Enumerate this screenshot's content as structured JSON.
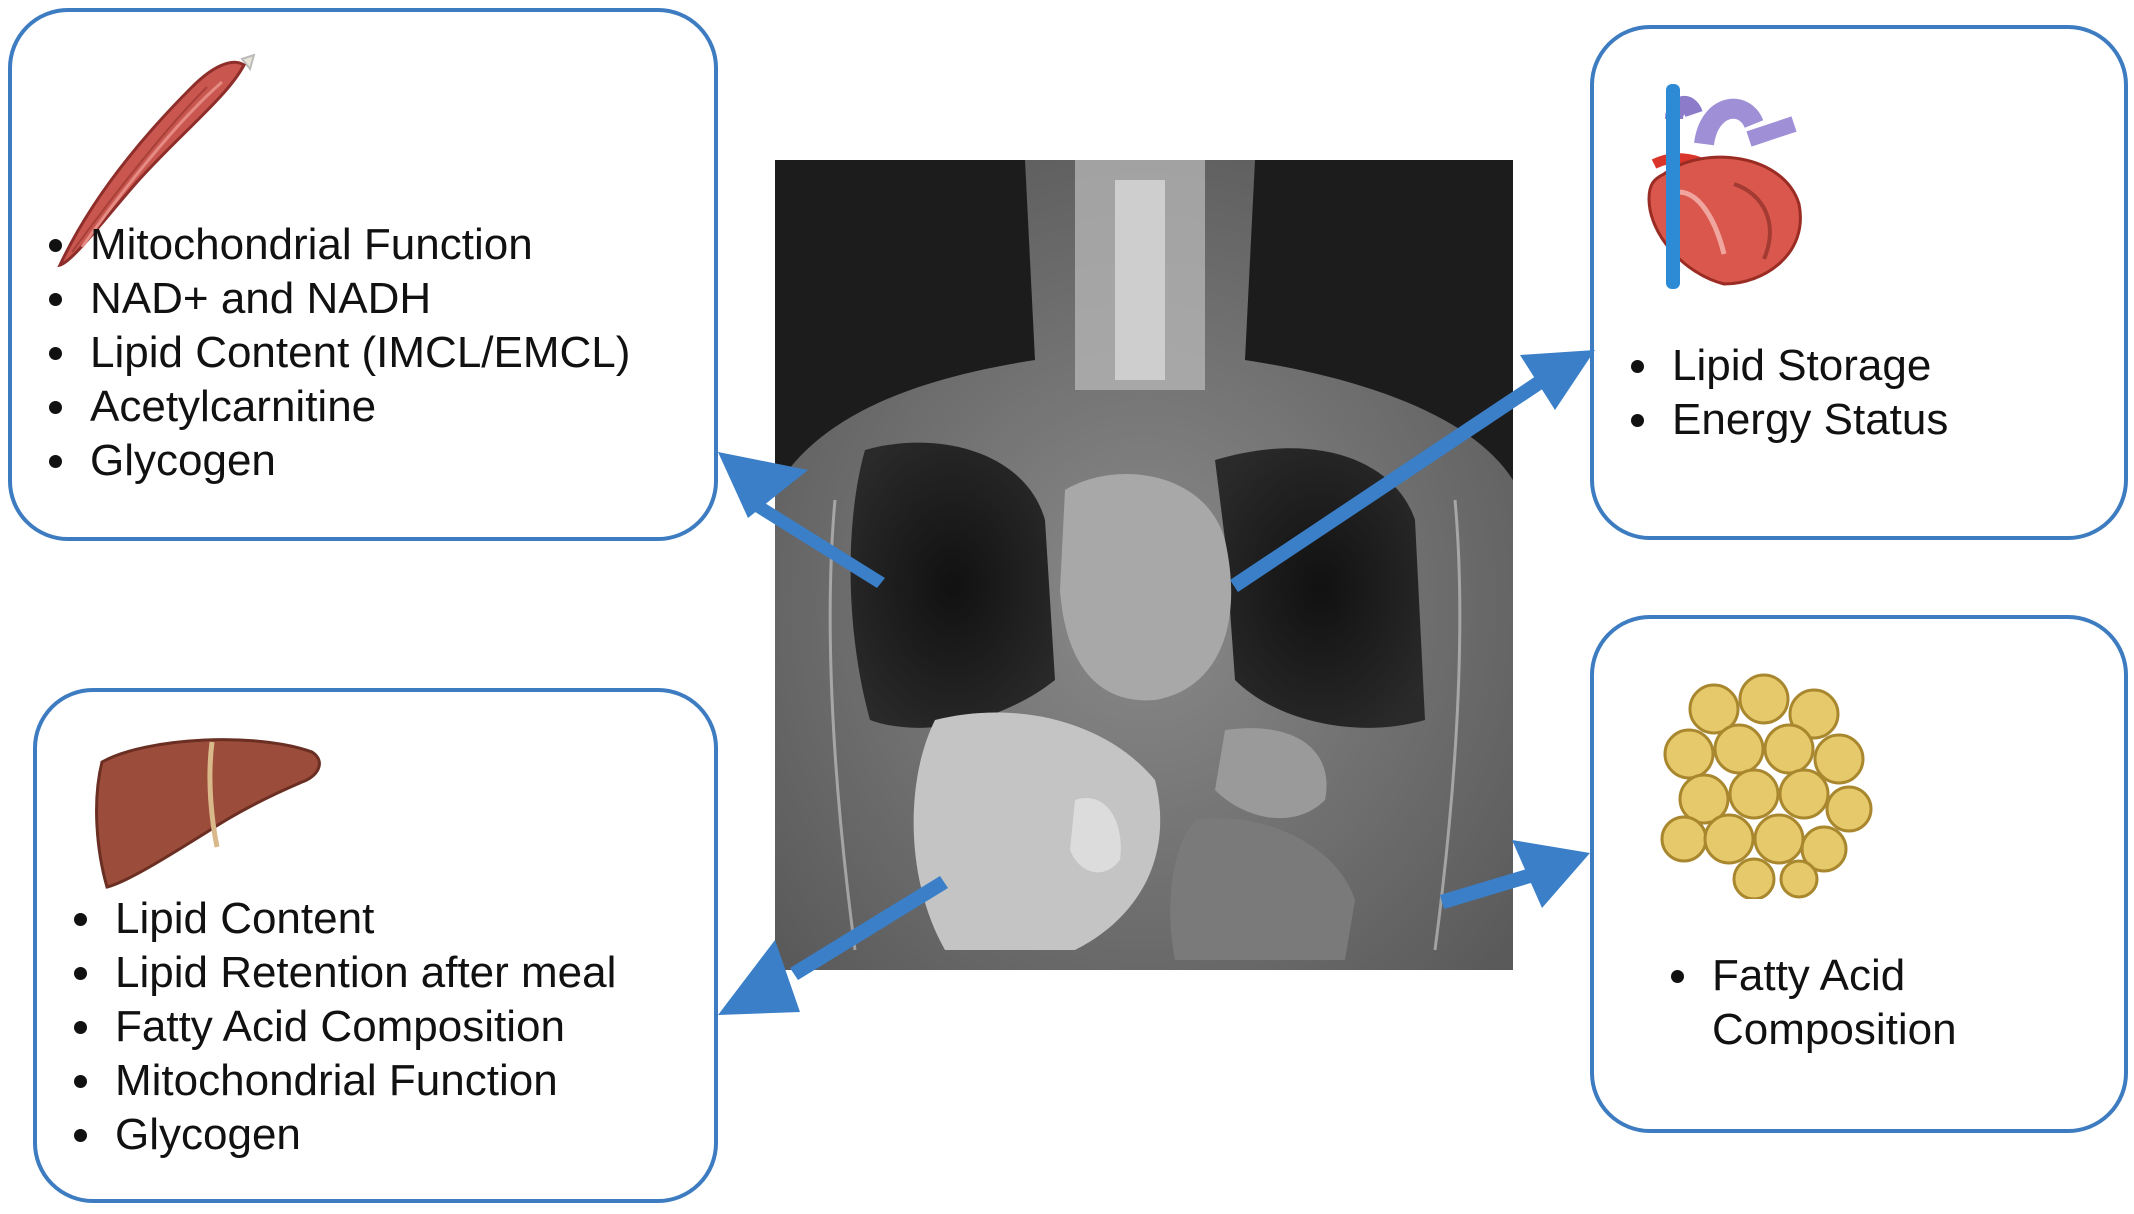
{
  "colors": {
    "box_border": "#3d7cc0",
    "arrow": "#3a7fc8"
  },
  "boxes": {
    "muscle": {
      "icon": "muscle-icon",
      "items": [
        "Mitochondrial Function",
        "NAD+ and NADH",
        "Lipid Content (IMCL/EMCL)",
        "Acetylcarnitine",
        "Glycogen"
      ]
    },
    "heart": {
      "icon": "heart-icon",
      "items": [
        "Lipid Storage",
        "Energy Status"
      ]
    },
    "liver": {
      "icon": "liver-icon",
      "items": [
        "Lipid Content",
        "Lipid Retention after meal",
        "Fatty Acid Composition",
        "Mitochondrial Function",
        "Glycogen"
      ]
    },
    "adipose": {
      "icon": "fat-cells-icon",
      "items": [
        "Fatty Acid Composition"
      ]
    }
  },
  "center_image": "mri-coronal-torso-image"
}
